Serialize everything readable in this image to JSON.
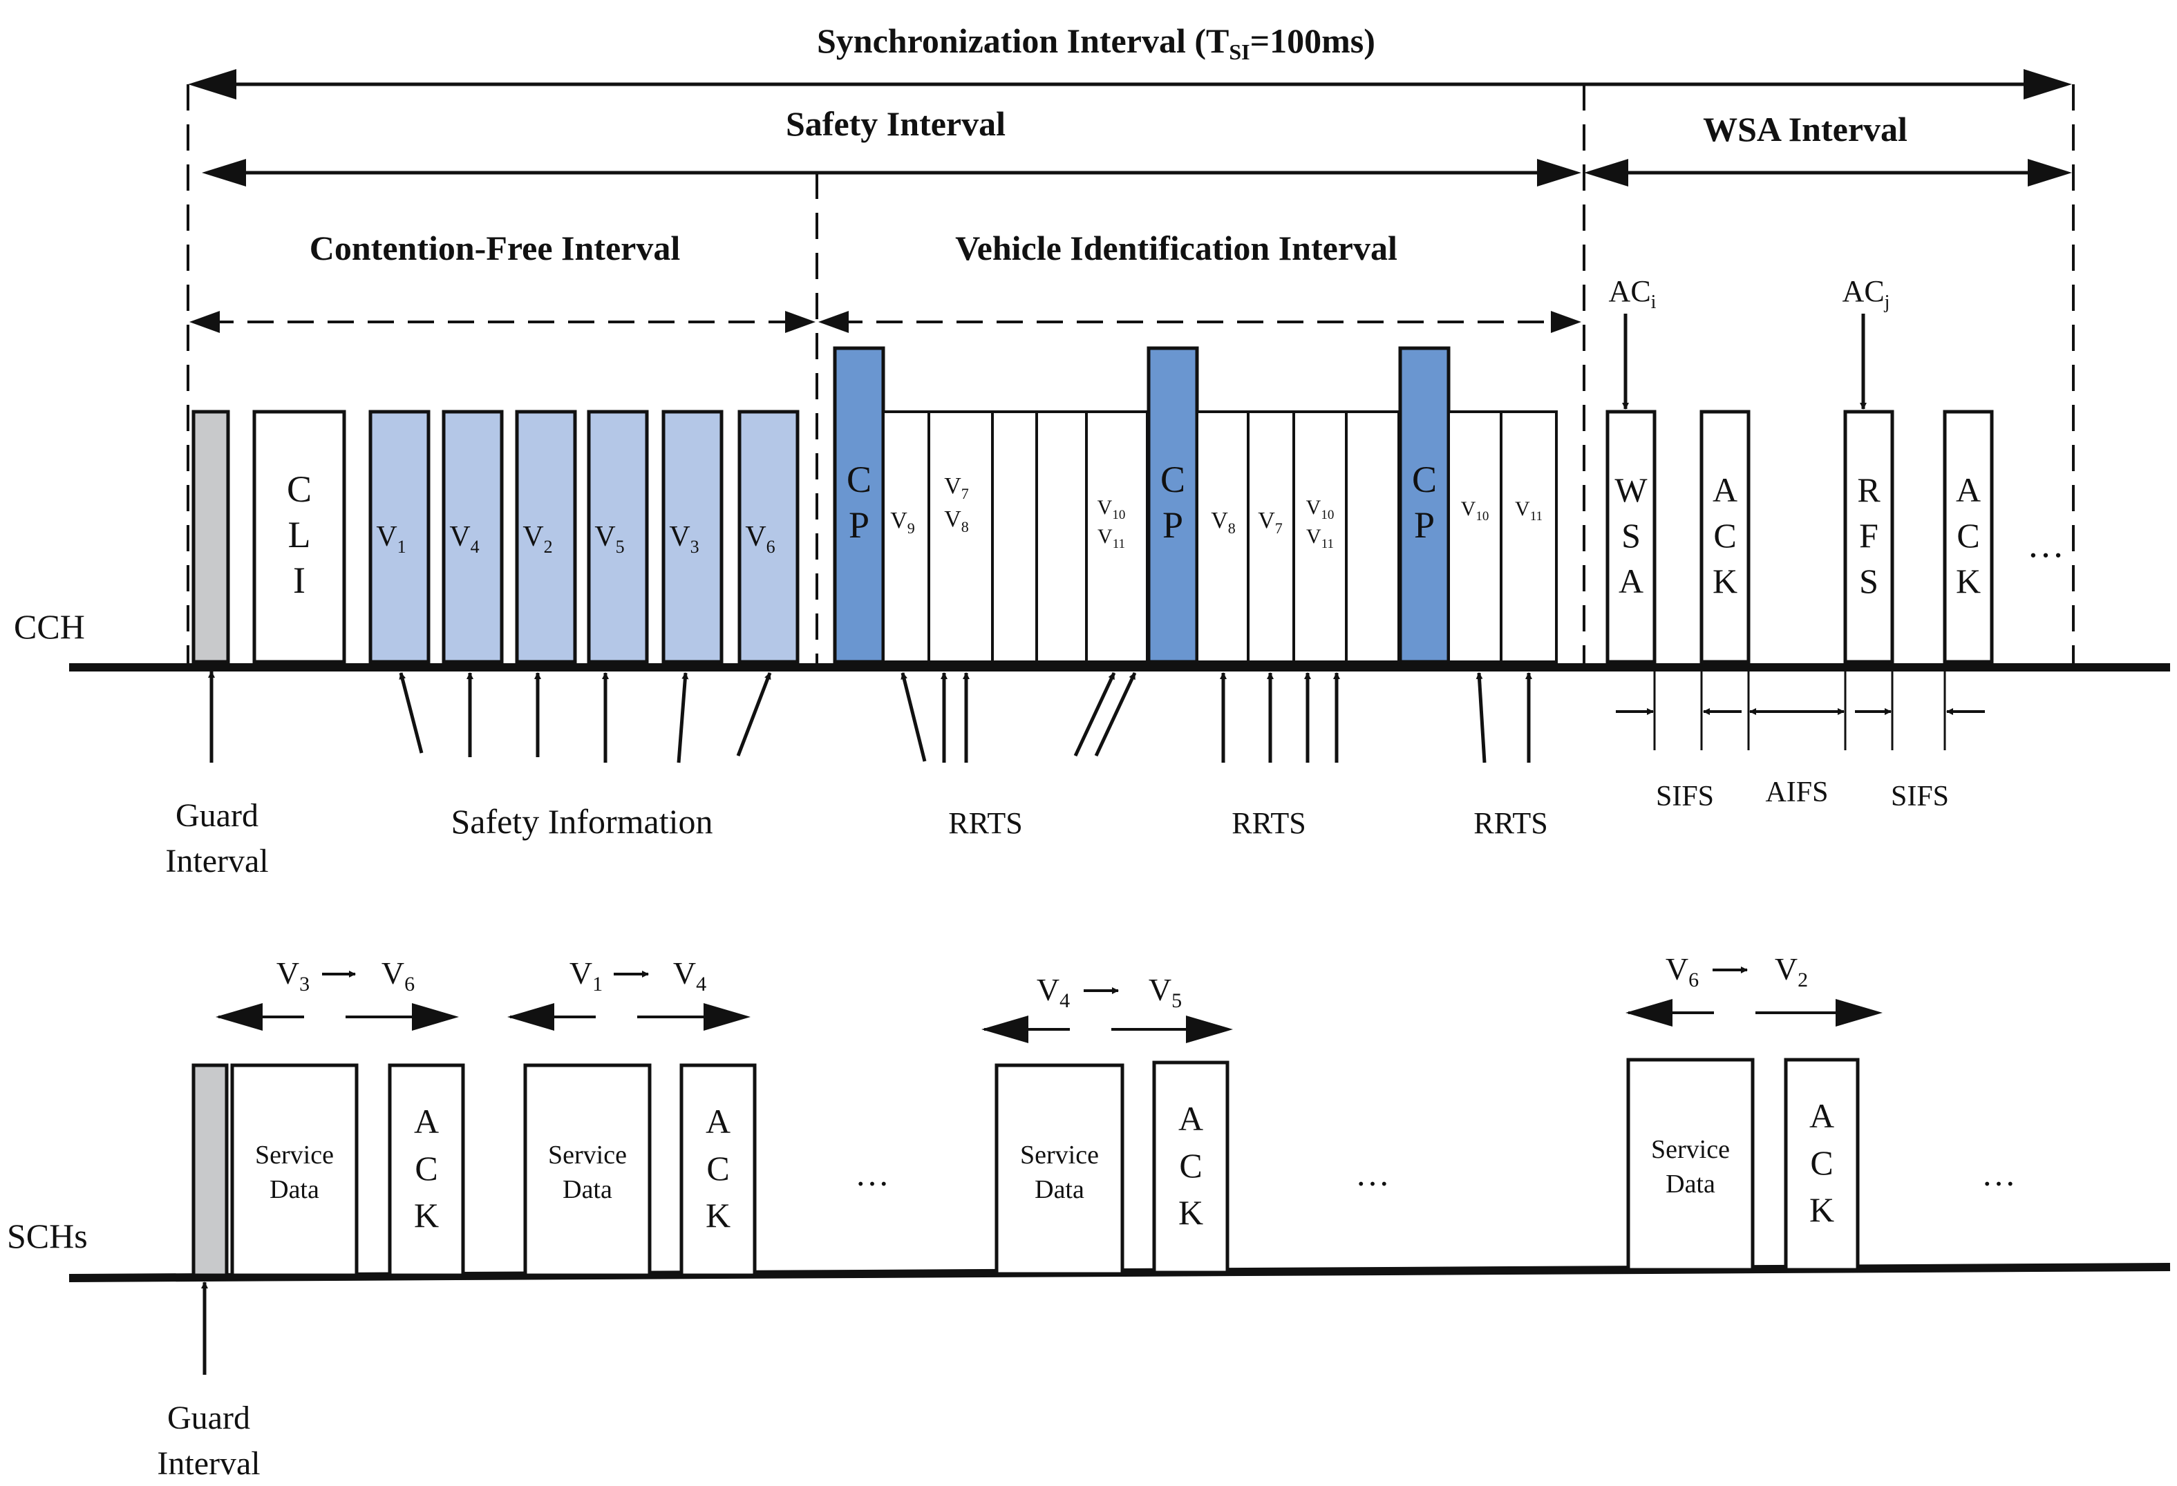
{
  "titles": {
    "sync_main": "Synchronization   Interval (T",
    "sync_sub": "SI",
    "sync_end": "=100ms)",
    "safety": "Safety  Interval",
    "wsa": "WSA  Interval",
    "cfi": "Contention-Free Interval",
    "vii": "Vehicle Identification Interval"
  },
  "channels": {
    "cch": "CCH",
    "sch": "SCHs"
  },
  "colors": {
    "guard": "#c8c9cb",
    "safety_slot": "#b4c7e7",
    "cp": "#6a96d0",
    "line": "#111111",
    "plain": "#ffffff"
  },
  "cch": {
    "cli": [
      "C",
      "L",
      "I"
    ],
    "safety_slots": [
      {
        "base": "V",
        "sub": "1"
      },
      {
        "base": "V",
        "sub": "4"
      },
      {
        "base": "V",
        "sub": "2"
      },
      {
        "base": "V",
        "sub": "5"
      },
      {
        "base": "V",
        "sub": "3"
      },
      {
        "base": "V",
        "sub": "6"
      }
    ],
    "cp": [
      "C",
      "P"
    ],
    "vii_labels": [
      {
        "base": "V",
        "sub": "9"
      },
      {
        "base": "V",
        "sub": "7"
      },
      {
        "base": "V",
        "sub": "8"
      },
      {
        "base": "V",
        "sub": "10"
      },
      {
        "base": "V",
        "sub": "11"
      },
      {
        "base": "V",
        "sub": "8"
      },
      {
        "base": "V",
        "sub": "7"
      },
      {
        "base": "V",
        "sub": "10"
      },
      {
        "base": "V",
        "sub": "11"
      },
      {
        "base": "V",
        "sub": "10"
      },
      {
        "base": "V",
        "sub": "11"
      }
    ],
    "wsa_slots": [
      {
        "letters": [
          "W",
          "S",
          "A"
        ]
      },
      {
        "letters": [
          "A",
          "C",
          "K"
        ]
      },
      {
        "letters": [
          "R",
          "F",
          "S"
        ]
      },
      {
        "letters": [
          "A",
          "C",
          "K"
        ]
      }
    ],
    "ac_labels": [
      {
        "base": "AC",
        "sub": "i"
      },
      {
        "base": "AC",
        "sub": "j"
      }
    ],
    "ellipsis": "…"
  },
  "annotations": {
    "guard_top": [
      "Guard",
      "Interval"
    ],
    "safety_info": "Safety Information",
    "rrts": [
      "RRTS",
      "RRTS",
      "RRTS"
    ],
    "sifs_1": "SIFS",
    "aifs": "AIFS",
    "sifs_2": "SIFS",
    "guard_bottom": [
      "Guard",
      "Interval"
    ]
  },
  "sch": {
    "pairs": [
      {
        "from": {
          "base": "V",
          "sub": "3"
        },
        "to": {
          "base": "V",
          "sub": "6"
        }
      },
      {
        "from": {
          "base": "V",
          "sub": "1"
        },
        "to": {
          "base": "V",
          "sub": "4"
        }
      },
      {
        "from": {
          "base": "V",
          "sub": "4"
        },
        "to": {
          "base": "V",
          "sub": "5"
        }
      },
      {
        "from": {
          "base": "V",
          "sub": "6"
        },
        "to": {
          "base": "V",
          "sub": "2"
        }
      }
    ],
    "service_data": [
      "Service",
      "Data"
    ],
    "ack": [
      "A",
      "C",
      "K"
    ],
    "ellipsis": "…"
  }
}
